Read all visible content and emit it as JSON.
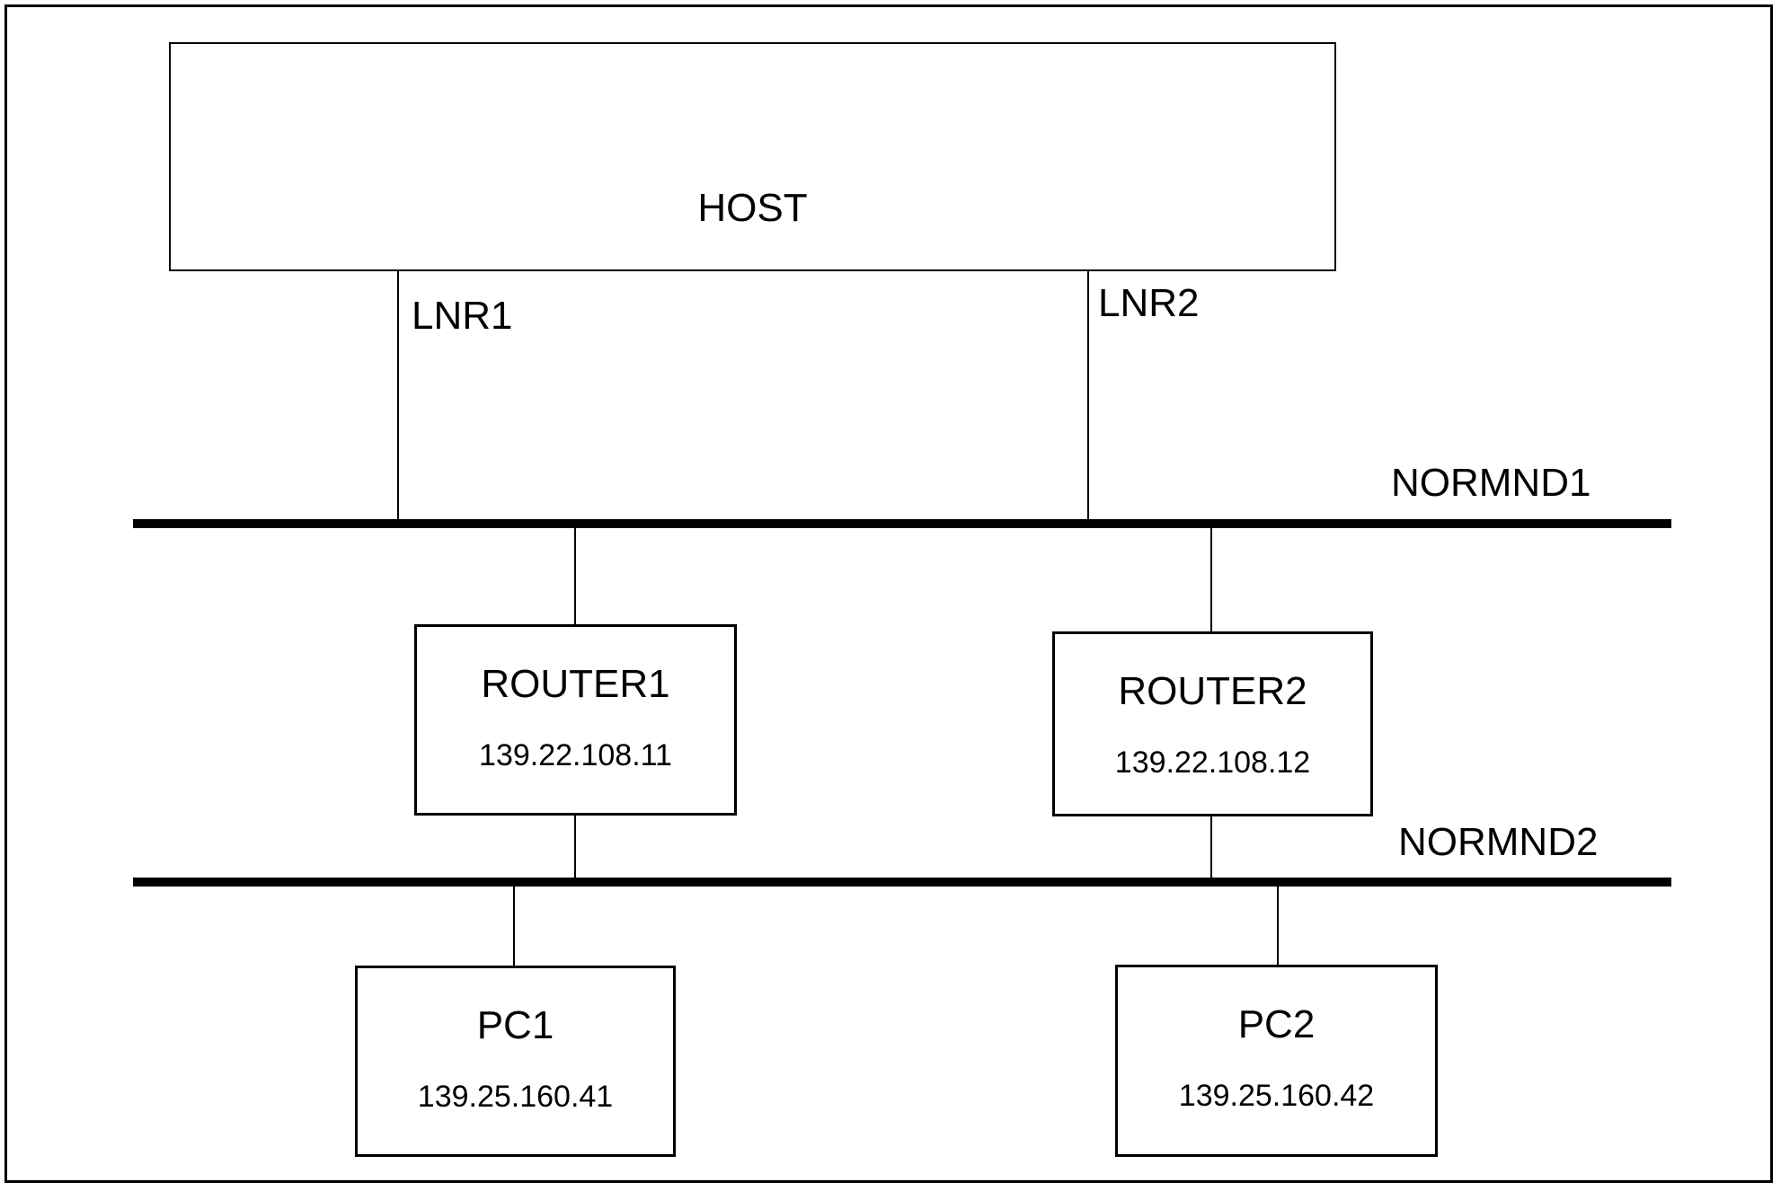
{
  "diagram": {
    "background": "#ffffff",
    "line_color": "#000000",
    "host": {
      "label": "HOST"
    },
    "links": {
      "lnr1": {
        "label": "LNR1"
      },
      "lnr2": {
        "label": "LNR2"
      }
    },
    "buses": {
      "normnd1": {
        "label": "NORMND1"
      },
      "normnd2": {
        "label": "NORMND2"
      }
    },
    "nodes": {
      "router1": {
        "label": "ROUTER1",
        "ip": "139.22.108.11"
      },
      "router2": {
        "label": "ROUTER2",
        "ip": "139.22.108.12"
      },
      "pc1": {
        "label": "PC1",
        "ip": "139.25.160.41"
      },
      "pc2": {
        "label": "PC2",
        "ip": "139.25.160.42"
      }
    }
  }
}
